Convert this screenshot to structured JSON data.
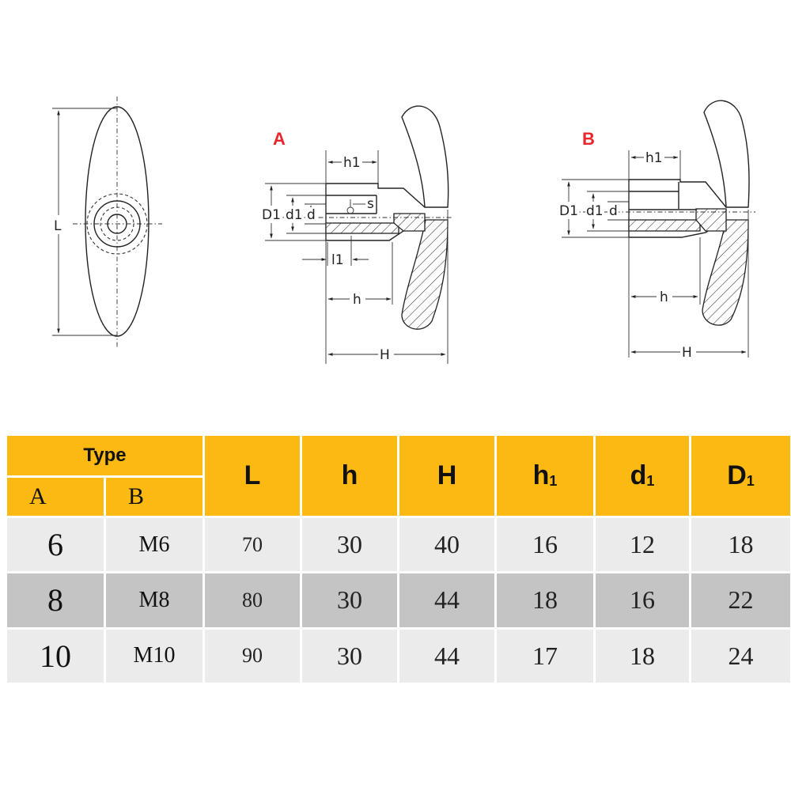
{
  "drawing": {
    "front_view": {
      "dim_L": "L"
    },
    "variant_a": {
      "label": "A",
      "dim_h1": "h",
      "dim_h1_sub": "1",
      "dim_D1": "D",
      "dim_D1_sub": "1",
      "dim_d1": "d",
      "dim_d1_sub": "1",
      "dim_d": "d",
      "dim_s": "s",
      "dim_l1": "l",
      "dim_l1_sub": "1",
      "dim_h": "h",
      "dim_H": "H"
    },
    "variant_b": {
      "label": "B",
      "dim_h1": "h",
      "dim_h1_sub": "1",
      "dim_D1": "D",
      "dim_D1_sub": "1",
      "dim_d1": "d",
      "dim_d1_sub": "1",
      "dim_d": "d",
      "dim_h": "h",
      "dim_H": "H"
    },
    "colors": {
      "label_red": "#e8262b",
      "header_yellow": "#fcb912",
      "row_light": "#ebebeb",
      "row_dark": "#c4c4c4"
    }
  },
  "table": {
    "type_label": "Type",
    "col_a": "A",
    "col_b": "B",
    "columns": [
      {
        "main": "L",
        "sub": ""
      },
      {
        "main": "h",
        "sub": ""
      },
      {
        "main": "H",
        "sub": ""
      },
      {
        "main": "h",
        "sub": "1"
      },
      {
        "main": "d",
        "sub": "1"
      },
      {
        "main": "D",
        "sub": "1"
      }
    ],
    "rows": [
      {
        "a": "6",
        "b": "M6",
        "L": "70",
        "h": "30",
        "H": "40",
        "h1": "16",
        "d1": "12",
        "D1": "18"
      },
      {
        "a": "8",
        "b": "M8",
        "L": "80",
        "h": "30",
        "H": "44",
        "h1": "18",
        "d1": "16",
        "D1": "22"
      },
      {
        "a": "10",
        "b": "M10",
        "L": "90",
        "h": "30",
        "H": "44",
        "h1": "17",
        "d1": "18",
        "D1": "24"
      }
    ]
  }
}
